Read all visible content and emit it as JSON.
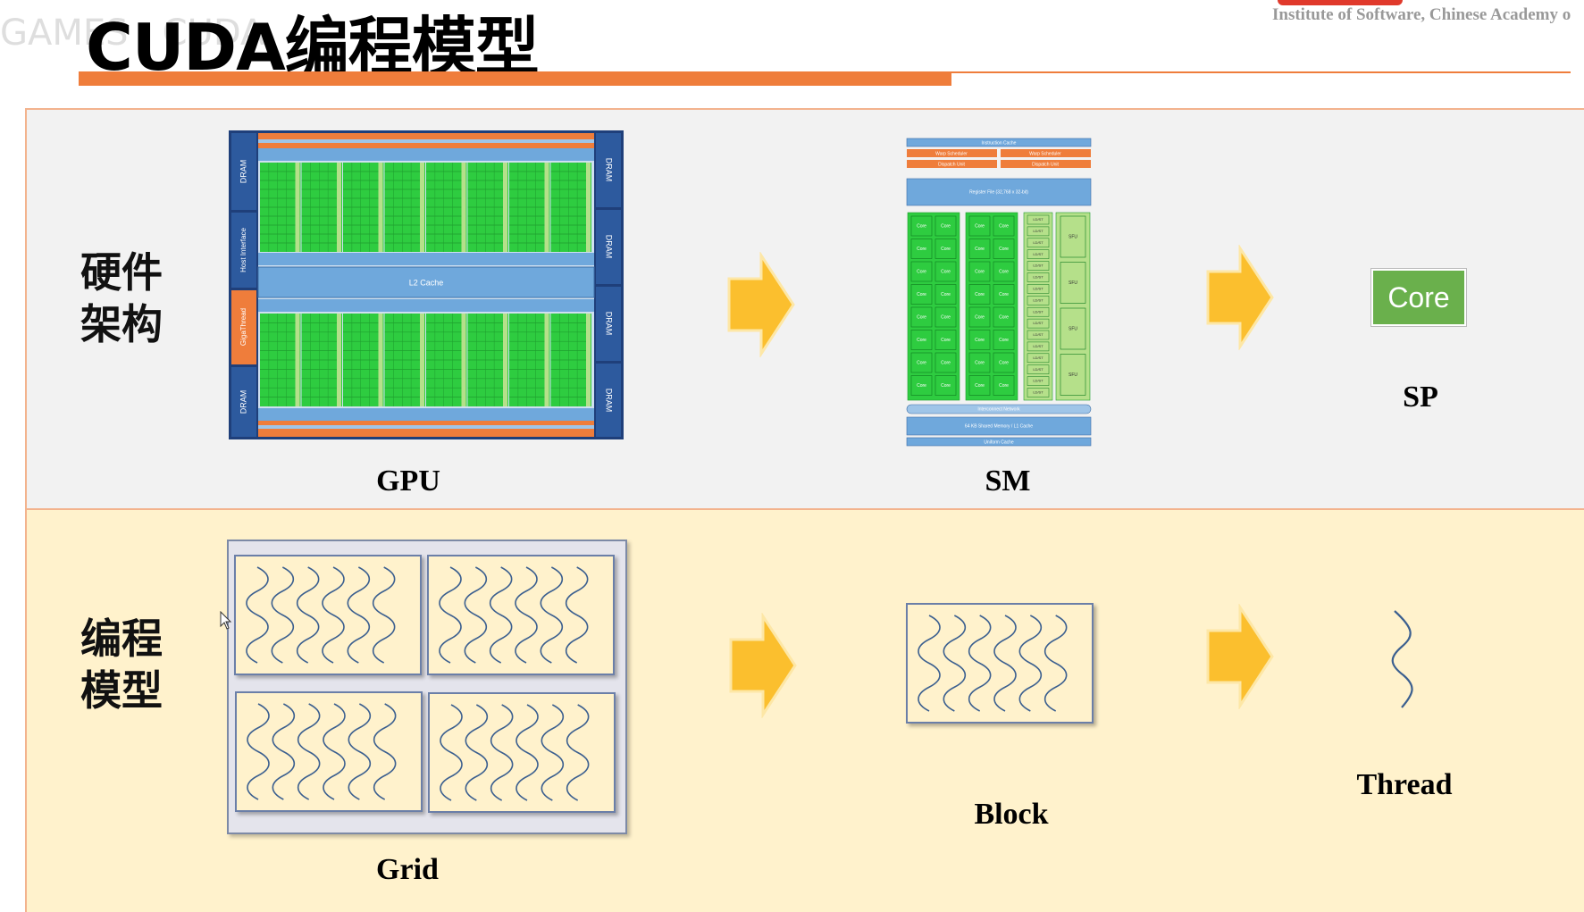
{
  "header": {
    "title": "CUDA编程模型",
    "institute": "Institute of Software, Chinese Academy o"
  },
  "sections": {
    "hardware_label": "硬件\n架构",
    "programming_label": "编程\n模型"
  },
  "hardware": {
    "gpu_caption": "GPU",
    "sm_caption": "SM",
    "sp_caption": "SP",
    "core_label": "Core",
    "gpu_diagram": {
      "dram_left_top": "DRAM",
      "host_interface": "Host Interface",
      "gigathread": "GigaThread",
      "dram_left_bottom": "DRAM",
      "dram_right_1": "DRAM",
      "dram_right_2": "DRAM",
      "dram_right_3": "DRAM",
      "dram_right_4": "DRAM",
      "l2_cache": "L2 Cache"
    },
    "sm_diagram": {
      "instruction_cache": "Instruction Cache",
      "warp_scheduler": "Warp Scheduler",
      "dispatch_unit": "Dispatch Unit",
      "register_file": "Register File (32,768 x 32-bit)",
      "core": "Core",
      "ldst": "LD/ST",
      "sfu": "SFU",
      "interconnect": "Interconnect Network",
      "shared_memory": "64 KB Shared Memory / L1 Cache",
      "uniform_cache": "Uniform Cache"
    }
  },
  "programming": {
    "grid_caption": "Grid",
    "block_caption": "Block",
    "thread_caption": "Thread"
  },
  "colors": {
    "accent_orange": "#ef7d3b",
    "arrow_yellow": "#fbbf2e",
    "core_green": "#6ab04c",
    "dram_blue": "#2d5a9e",
    "cache_blue": "#6fa8dc"
  }
}
